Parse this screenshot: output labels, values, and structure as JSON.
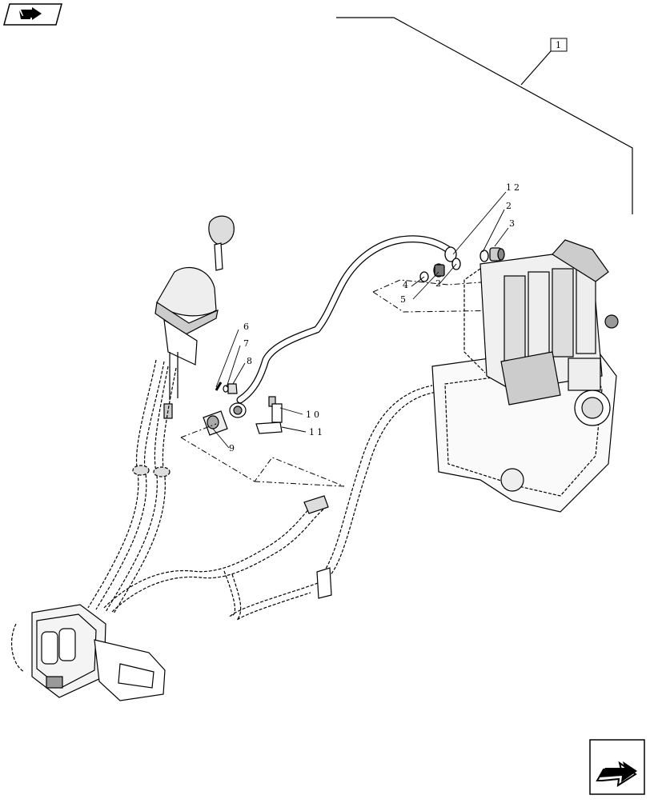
{
  "callouts": {
    "c1": "1",
    "c2a": "2",
    "c2b": "2",
    "c3": "3",
    "c4": "4",
    "c5": "5",
    "c6": "6",
    "c7": "7",
    "c8": "8",
    "c9": "9",
    "c10": "10",
    "c11": "11",
    "c12": "12"
  },
  "icons": {
    "top_left": "previous-page-icon",
    "bottom_right": "next-page-icon"
  }
}
